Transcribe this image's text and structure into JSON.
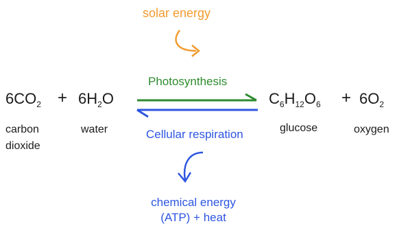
{
  "inputs": {
    "carbon_dioxide": {
      "coefficient": "6",
      "formula_parts": [
        "CO",
        "2"
      ],
      "name_line1": "carbon",
      "name_line2": "dioxide"
    },
    "plus_left": "+",
    "water": {
      "formula_parts": [
        "6H",
        "2",
        "O"
      ],
      "name": "water"
    }
  },
  "outputs": {
    "glucose": {
      "formula_parts": [
        "C",
        "6",
        "H",
        "12",
        "O",
        "6"
      ],
      "name": "glucose"
    },
    "plus_right": "+",
    "oxygen": {
      "coefficient": "6",
      "formula_parts": [
        "O",
        "2"
      ],
      "name": "oxygen"
    }
  },
  "processes": {
    "forward": "Photosynthesis",
    "reverse": "Cellular respiration"
  },
  "energy": {
    "input": "solar energy",
    "output_line1": "chemical energy",
    "output_line2": "(ATP) + heat"
  },
  "colors": {
    "solar": "#f29a2e",
    "photosynthesis": "#2e8b2e",
    "respiration": "#2d55e0"
  }
}
